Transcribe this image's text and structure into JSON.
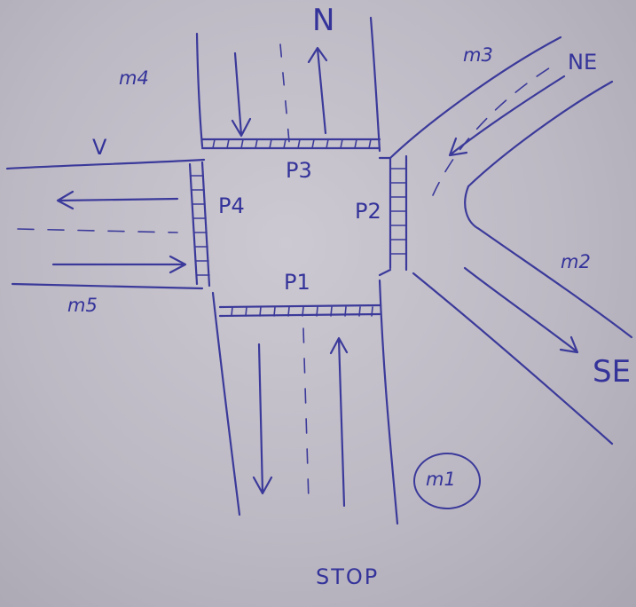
{
  "directions": {
    "north": "N",
    "northeast": "NE",
    "southeast": "SE",
    "west": "V",
    "south": "STOP"
  },
  "crosswalks": {
    "south": "P1",
    "east": "P2",
    "north": "P3",
    "west": "P4"
  },
  "roads": {
    "south": "m1",
    "southeast": "m2",
    "northeast": "m3",
    "north": "m4",
    "west": "m5"
  },
  "colors": {
    "ink": "#3b3a9a",
    "paper": "#c4c0ca"
  }
}
